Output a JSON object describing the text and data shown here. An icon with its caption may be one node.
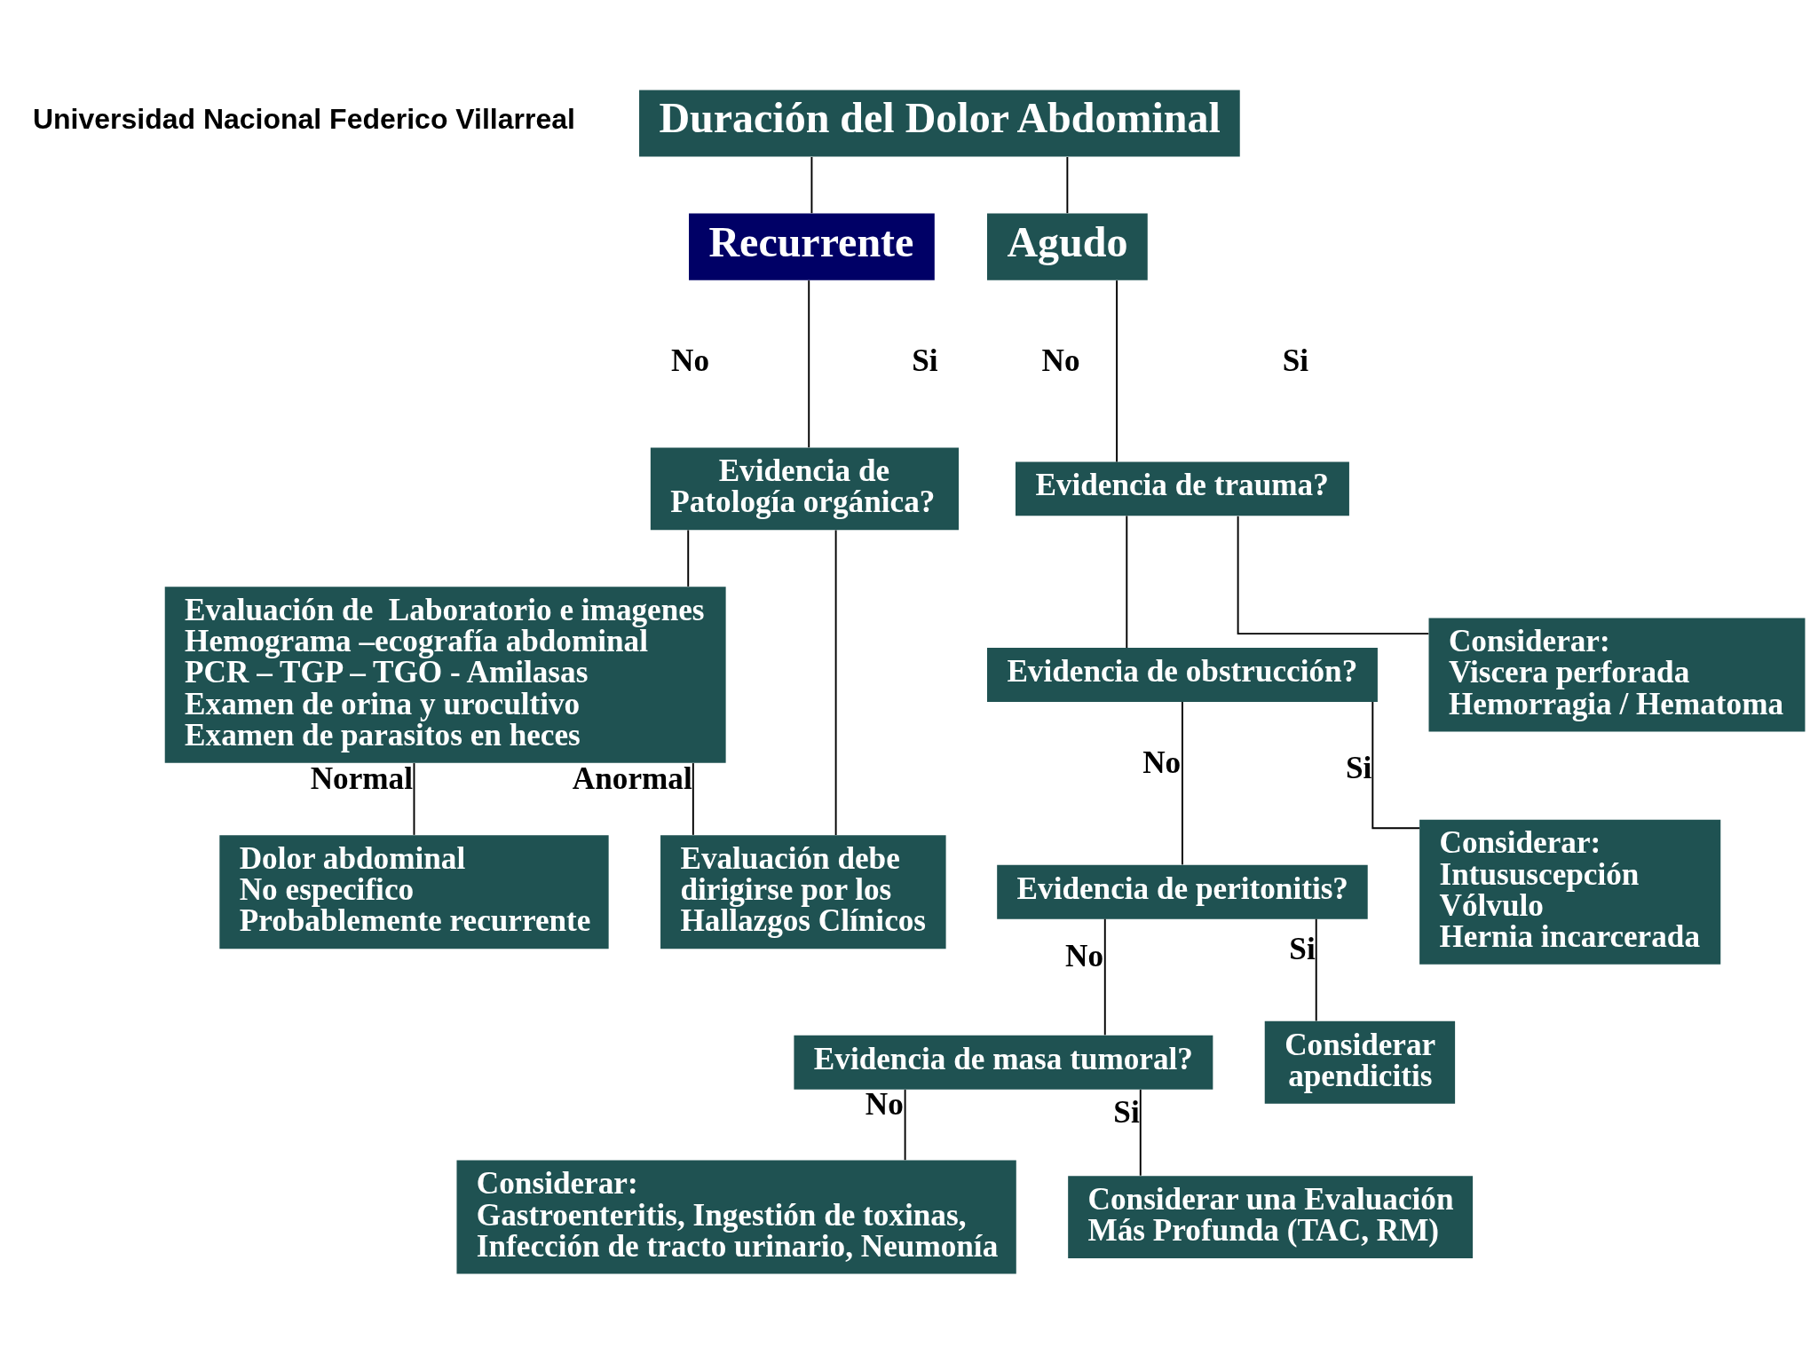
{
  "diagram": {
    "nodes": [
      {
        "text": [
          "Duración del Dolor Abdominal"
        ]
      },
      {
        "text": [
          "Recurrente"
        ]
      },
      {
        "text": [
          "Agudo"
        ]
      },
      {
        "text": [
          "Evidencia de Patología orgánica?"
        ]
      },
      {
        "text": [
          "Evidencia de trauma?"
        ]
      },
      {
        "text": [
          "Evaluación de  Laboratorio e imagenes",
          "Hemograma –ecografía abdominal",
          "PCR – TGP – TGO - Amilasas",
          "Examen de orina y urocultivo",
          "Examen de parasitos en heces"
        ]
      },
      {
        "text": [
          "Considerar:",
          "Viscera perforada",
          "Hemorragia / Hematoma"
        ]
      },
      {
        "text": [
          "Evidencia de obstrucción?"
        ]
      },
      {
        "text": [
          "Dolor abdominal",
          "No especifico",
          "Probablemente recurrente"
        ]
      },
      {
        "text": [
          "Evaluación debe dirigirse por los Hallazgos Clínicos"
        ]
      },
      {
        "text": [
          "Evidencia de peritonitis?"
        ]
      },
      {
        "text": [
          "Considerar:",
          "Intususcepción",
          "Vólvulo",
          "Hernia incarcerada"
        ]
      },
      {
        "text": [
          "Evidencia de masa tumoral?"
        ]
      },
      {
        "text": [
          "Considerar apendicitis"
        ]
      },
      {
        "text": [
          "Considerar:",
          "Gastroenteritis, Ingestión de toxinas, Infección de tracto urinario, Neumonía"
        ]
      },
      {
        "text": [
          "Considerar una Evaluación Más Profunda (TAC, RM)"
        ]
      }
    ],
    "edges": [
      {
        "from": 0,
        "to": 1,
        "arrow": "none"
      },
      {
        "from": 0,
        "to": 2,
        "arrow": "none"
      },
      {
        "from": 1,
        "to": 3,
        "arrow": "none"
      },
      {
        "from": 2,
        "to": 4,
        "arrow": "none"
      },
      {
        "from": 3,
        "to": 5,
        "arrow": "none"
      },
      {
        "from": 3,
        "to": 9,
        "arrow": "none"
      },
      {
        "from": 4,
        "to": 7,
        "arrow": "none"
      },
      {
        "from": 4,
        "to": 6,
        "arrow": "none"
      },
      {
        "from": 7,
        "to": 10,
        "arrow": "none",
        "label": "No"
      },
      {
        "from": 7,
        "to": 11,
        "arrow": "none",
        "label": "Si"
      },
      {
        "from": 5,
        "to": 8,
        "arrow": "none",
        "label": "Normal"
      },
      {
        "from": 5,
        "to": 9,
        "arrow": "none",
        "label": "Anormal"
      },
      {
        "from": 10,
        "to": 12,
        "arrow": "none",
        "label": "No"
      },
      {
        "from": 10,
        "to": 13,
        "arrow": "none",
        "label": "Si"
      },
      {
        "from": 12,
        "to": 14,
        "arrow": "none",
        "label": "No"
      },
      {
        "from": 12,
        "to": 15,
        "arrow": "none",
        "label": "Si"
      }
    ],
    "labels": [
      "Universidad Nacional Federico Villarreal",
      "No",
      "Si",
      "No",
      "Si"
    ]
  }
}
